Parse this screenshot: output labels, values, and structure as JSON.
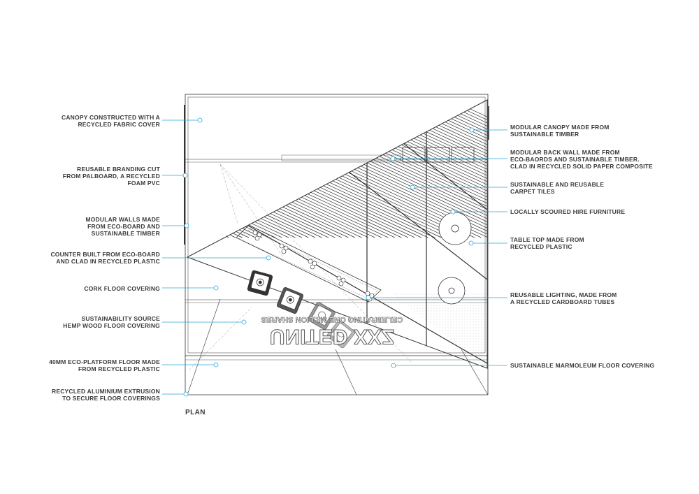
{
  "plan_title": "PLAN",
  "branding": {
    "main_text": "UNITED XXZ",
    "sub_text": "CELEBRATING ONE MILLION SHARES"
  },
  "colors": {
    "leader": "#2aa8d8",
    "linework": "#333333",
    "label_text": "#3a3a3a"
  },
  "callouts_left": [
    {
      "text": "CANOPY CONSTRUCTED WITH A\nRECYCLED FABRIC COVER"
    },
    {
      "text": "REUSABLE BRANDING CUT\nFROM PALBOARD, A RECYCLED\nFOAM PVC"
    },
    {
      "text": "MODULAR WALLS MADE\nFROM ECO-BOARD AND\nSUSTAINABLE TIMBER"
    },
    {
      "text": "COUNTER BUILT FROM ECO-BOARD\nAND CLAD IN RECYCLED PLASTIC"
    },
    {
      "text": "CORK FLOOR COVERING"
    },
    {
      "text": "SUSTAINABILITY SOURCE\nHEMP WOOD FLOOR COVERING"
    },
    {
      "text": "40MM ECO-PLATFORM FLOOR MADE\nFROM RECYCLED PLASTIC"
    },
    {
      "text": "RECYCLED ALUMINIUM EXTRUSION\nTO SECURE FLOOR COVERINGS"
    }
  ],
  "callouts_right": [
    {
      "text": "MODULAR CANOPY MADE FROM\nSUSTAINABLE TIMBER"
    },
    {
      "text": "MODULAR BACK WALL MADE FROM\nECO-BAORDS AND SUSTAINABLE TIMBER.\nCLAD IN RECYCLED SOLID PAPER COMPOSITE"
    },
    {
      "text": "SUSTAINABLE AND REUSABLE\nCARPET TILES"
    },
    {
      "text": "LOCALLY SCOURED HIRE FURNITURE"
    },
    {
      "text": "TABLE TOP MADE FROM\nRECYCLED PLASTIC"
    },
    {
      "text": "REUSABLE LIGHTING, MADE FROM\nA RECYCLED CARDBOARD TUBES"
    },
    {
      "text": "SUSTAINABLE MARMOLEUM FLOOR COVERING"
    }
  ]
}
